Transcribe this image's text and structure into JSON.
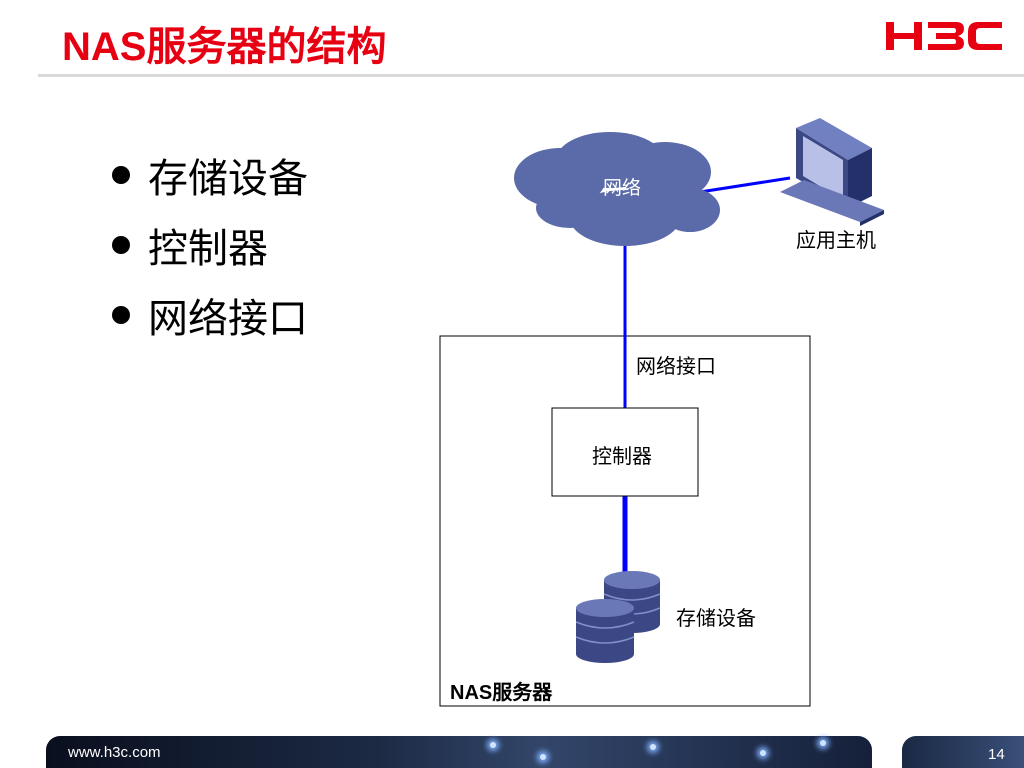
{
  "header": {
    "title": "NAS服务器的结构"
  },
  "bullets": [
    "存储设备",
    "控制器",
    "网络接口"
  ],
  "diagram": {
    "cloud_label": "网络",
    "host_label": "应用主机",
    "interface_label": "网络接口",
    "controller_label": "控制器",
    "storage_label": "存储设备",
    "server_label": "NAS服务器"
  },
  "footer": {
    "url": "www.h3c.com",
    "page": "14"
  },
  "colors": {
    "title": "#e60012",
    "link": "#0000ff",
    "cloud": "#5b6aa8",
    "storage": "#3c4785",
    "brand": "#e60012"
  }
}
